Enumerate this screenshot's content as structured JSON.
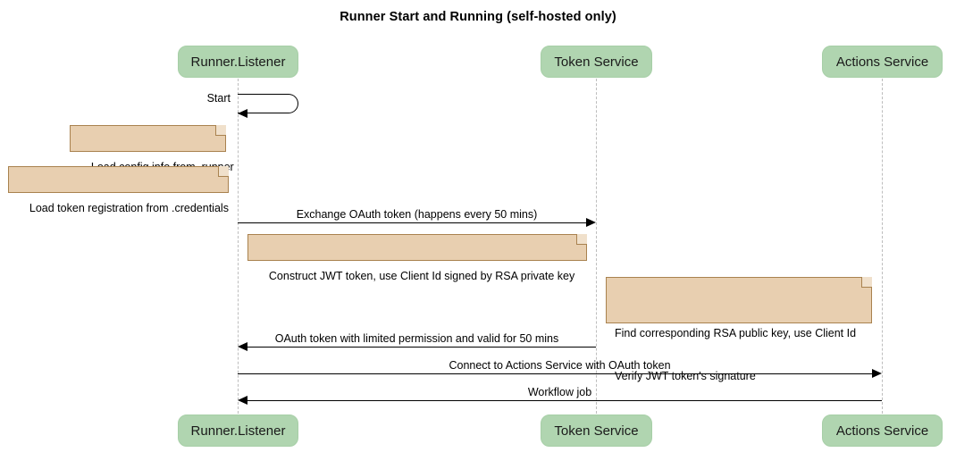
{
  "diagram": {
    "type": "sequence-diagram",
    "title": "Runner Start and Running (self-hosted only)",
    "colors": {
      "participant_fill": "#b0d5b0",
      "note_fill": "#e8cfb0",
      "note_border": "#a9824f",
      "lifeline": "#bdbdbd",
      "arrow": "#000000",
      "background": "#ffffff"
    },
    "participants": [
      {
        "id": "runner",
        "label": "Runner.Listener"
      },
      {
        "id": "token",
        "label": "Token Service"
      },
      {
        "id": "actions",
        "label": "Actions Service"
      }
    ],
    "notes": [
      {
        "id": "note-load-config",
        "text": "Load config info from .runner"
      },
      {
        "id": "note-load-token",
        "text": "Load token registration from .credentials"
      },
      {
        "id": "note-construct-jwt",
        "text": "Construct JWT token, use Client Id signed by RSA private key"
      },
      {
        "id": "note-verify-jwt",
        "lines": [
          "Find corresponding RSA public key, use Client Id",
          "Verify JWT token's signature"
        ]
      }
    ],
    "messages": [
      {
        "id": "msg-start",
        "label": "Start",
        "from": "runner",
        "to": "runner",
        "kind": "self"
      },
      {
        "id": "msg-exchange-oauth",
        "label": "Exchange OAuth token (happens every 50 mins)",
        "from": "runner",
        "to": "token",
        "direction": "right"
      },
      {
        "id": "msg-oauth-token",
        "label": "OAuth token with limited permission and valid for 50 mins",
        "from": "token",
        "to": "runner",
        "direction": "left"
      },
      {
        "id": "msg-connect-actions",
        "label": "Connect to Actions Service with OAuth token",
        "from": "runner",
        "to": "actions",
        "direction": "right"
      },
      {
        "id": "msg-workflow-job",
        "label": "Workflow job",
        "from": "actions",
        "to": "runner",
        "direction": "left"
      }
    ]
  }
}
